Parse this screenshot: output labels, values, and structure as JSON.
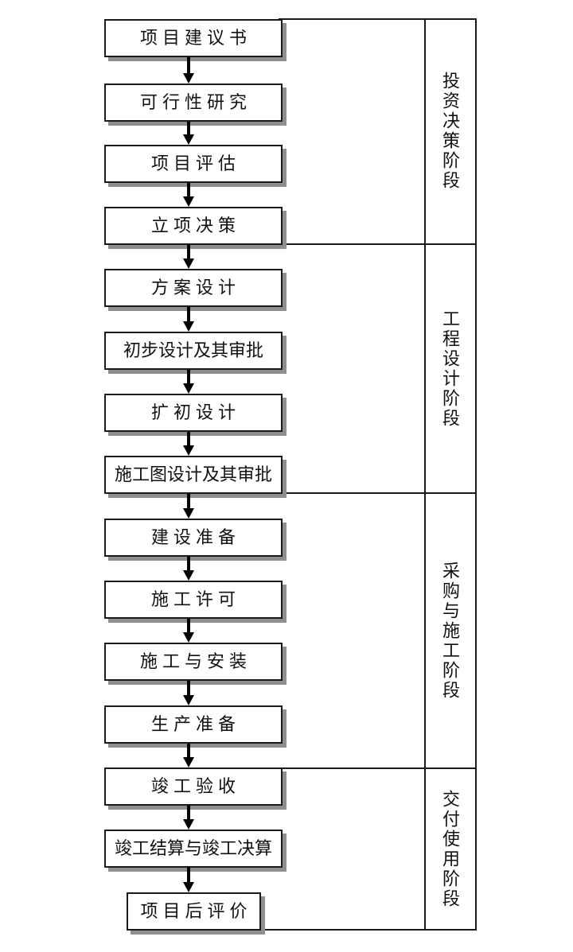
{
  "flowchart": {
    "boxes": [
      {
        "label": "项目建议书"
      },
      {
        "label": "可行性研究"
      },
      {
        "label": "项目评估"
      },
      {
        "label": "立项决策"
      },
      {
        "label": "方案设计"
      },
      {
        "label": "初步设计及其审批"
      },
      {
        "label": "扩初设计"
      },
      {
        "label": "施工图设计及其审批"
      },
      {
        "label": "建设准备"
      },
      {
        "label": "施工许可"
      },
      {
        "label": "施工与安装"
      },
      {
        "label": "生产准备"
      },
      {
        "label": "竣工验收"
      },
      {
        "label": "竣工结算与竣工决算"
      },
      {
        "label": "项目后评价"
      }
    ],
    "stages": [
      {
        "label": "投资决策阶段"
      },
      {
        "label": "工程设计阶段"
      },
      {
        "label": "采购与施工阶段"
      },
      {
        "label": "交付使用阶段"
      }
    ],
    "colors": {
      "line": "#1a1a1a",
      "arrow": "#000000",
      "shadow": "#8f8f8f",
      "background": "#ffffff",
      "text": "#111111"
    }
  }
}
